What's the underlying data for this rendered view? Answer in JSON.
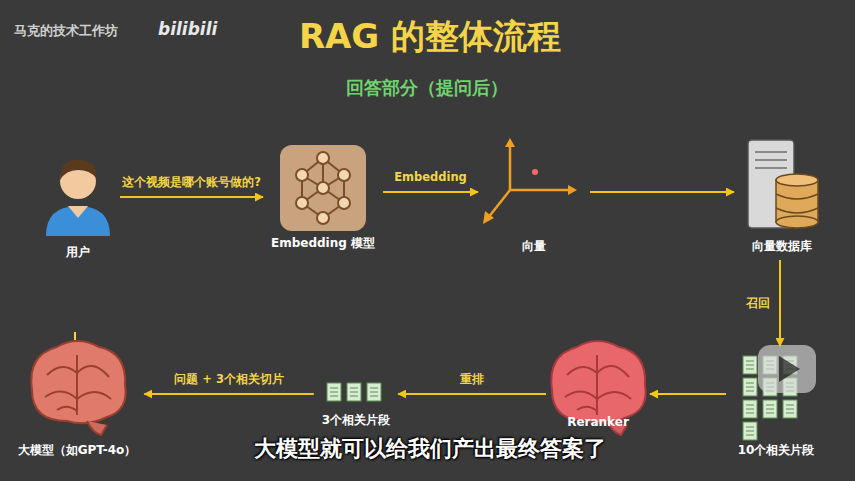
{
  "diagram": {
    "title": "RAG 的整体流程",
    "caption": "大模型就可以给我们产出最终答案了",
    "nodes": [
      {
        "text": [
          "用户"
        ]
      },
      {
        "text": [
          "Embedding 模型"
        ]
      },
      {
        "text": [
          "向量"
        ]
      },
      {
        "text": [
          "向量数据库"
        ]
      },
      {
        "text": [
          "10个相关片段"
        ]
      },
      {
        "text": [
          "Reranker"
        ]
      },
      {
        "text": [
          "3个相关片段"
        ]
      },
      {
        "text": [
          "大模型（如GPT-4o）"
        ]
      }
    ],
    "edges": [
      {
        "from": 0,
        "to": 1,
        "arrow": "to",
        "label": "这个视频是哪个账号做的?"
      },
      {
        "from": 1,
        "to": 2,
        "arrow": "to",
        "label": "Embedding"
      },
      {
        "from": 2,
        "to": 3,
        "arrow": "to"
      },
      {
        "from": 3,
        "to": 4,
        "arrow": "to",
        "label": "召回"
      },
      {
        "from": 4,
        "to": 5,
        "arrow": "to"
      },
      {
        "from": 5,
        "to": 6,
        "arrow": "to",
        "label": "重排"
      },
      {
        "from": 6,
        "to": 7,
        "arrow": "to",
        "label": "问题 + 3个相关切片"
      }
    ],
    "labels": [
      "回答部分（提问后）",
      "马克的技术工作坊",
      "bilibili"
    ]
  }
}
